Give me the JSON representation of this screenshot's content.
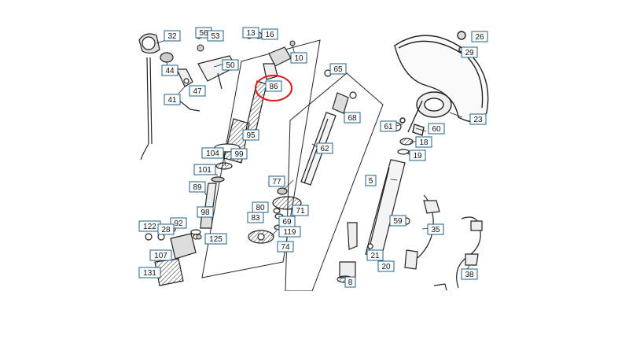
{
  "diagram": {
    "labels": [
      "32",
      "56",
      "53",
      "13",
      "16",
      "10",
      "44",
      "50",
      "47",
      "41",
      "86",
      "65",
      "68",
      "95",
      "104",
      "99",
      "62",
      "101",
      "77",
      "89",
      "98",
      "80",
      "83",
      "71",
      "69",
      "119",
      "122",
      "92",
      "28",
      "125",
      "74",
      "107",
      "131",
      "5",
      "8",
      "26",
      "29",
      "23",
      "61",
      "60",
      "18",
      "19",
      "59",
      "35",
      "21",
      "20",
      "38"
    ],
    "highlight_label": "86",
    "colors": {
      "label_border": "#1f5f8a",
      "highlight": "#e01818",
      "line": "#222222"
    }
  }
}
